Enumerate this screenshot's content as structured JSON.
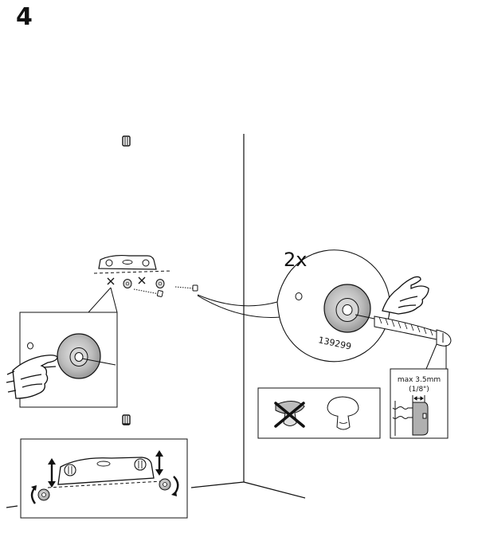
{
  "step": {
    "number": "4"
  },
  "callout": {
    "quantity": "2x",
    "part_number": "139299"
  },
  "spec": {
    "max_label": "max 3.5mm",
    "imperial_label": "(1/8\")"
  },
  "colors": {
    "line": "#111111",
    "part_fill": "#bdbdbd",
    "part_dark": "#8a8a8a",
    "background": "#ffffff"
  }
}
